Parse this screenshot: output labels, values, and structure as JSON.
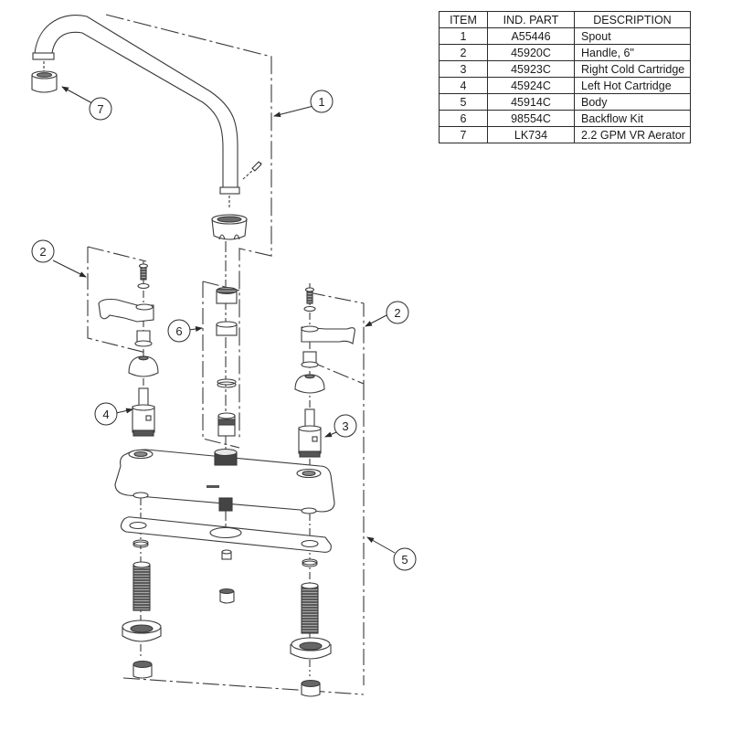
{
  "parts_table": {
    "headers": [
      "ITEM",
      "IND. PART",
      "DESCRIPTION"
    ],
    "rows": [
      {
        "item": "1",
        "part": "A55446",
        "description": "Spout"
      },
      {
        "item": "2",
        "part": "45920C",
        "description": "Handle, 6\""
      },
      {
        "item": "3",
        "part": "45923C",
        "description": "Right Cold Cartridge"
      },
      {
        "item": "4",
        "part": "45924C",
        "description": "Left Hot Cartridge"
      },
      {
        "item": "5",
        "part": "45914C",
        "description": "Body"
      },
      {
        "item": "6",
        "part": "98554C",
        "description": "Backflow Kit"
      },
      {
        "item": "7",
        "part": "LK734",
        "description": "2.2 GPM VR Aerator"
      }
    ]
  },
  "callouts": [
    {
      "id": "spout",
      "label": "1"
    },
    {
      "id": "handle-left",
      "label": "2"
    },
    {
      "id": "handle-right",
      "label": "2"
    },
    {
      "id": "right-cold-cartridge",
      "label": "3"
    },
    {
      "id": "left-hot-cartridge",
      "label": "4"
    },
    {
      "id": "body",
      "label": "5"
    },
    {
      "id": "backflow-kit",
      "label": "6"
    },
    {
      "id": "aerator",
      "label": "7"
    }
  ],
  "colors": {
    "line": "#3a3a3a",
    "dark_thread": "#3c3c3c",
    "light_fill": "#f4f4f4",
    "background": "#ffffff"
  }
}
